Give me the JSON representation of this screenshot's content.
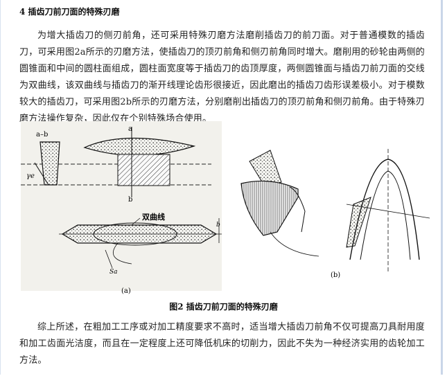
{
  "article": {
    "heading": "4 插齿刀前刀面的特殊刃磨",
    "paragraph1": "为增大插齿刀的侧刃前角，还可采用特殊刃磨方法磨削插齿刀的前刀面。对于普通模数的插齿刀，可采用图2a所示的刃磨方法，使插齿刀的顶刃前角和侧刃前角同时增大。磨削用的砂轮由两侧的圆锥面和中间的圆柱面组成，圆柱面宽度等于插齿刀的齿顶厚度，两侧圆锥面与插齿刀前刀面的交线为双曲线，该双曲线与插齿刀的渐开线理论齿形很接近，因此磨出的插齿刀齿形误差极小。对于模数较大的插齿刀，可采用图2b所示的刃磨方法，分别磨削出插齿刀的顶刃前角和侧刃前角。由于特殊刃磨方法操作复杂，因此仅在个别特殊场合使用。",
    "figure_caption": "图2 插齿刀前刀面的特殊刃磨",
    "paragraph2": "综上所述，在粗加工工序或对加工精度要求不高时，适当增大插齿刀前角不仅可提高刀具耐用度和加工齿面光洁度，而且在一定程度上还可降低机床的切削力，因此不失为一种经济实用的齿轮加工方法。"
  },
  "figure": {
    "label_a_b": "a–b",
    "label_a": "a",
    "label_b": "b",
    "label_gamma": "γe",
    "label_hyperbola": "双曲线",
    "label_s": "Sa",
    "label_b_small": "b",
    "panel_a": "(a)",
    "panel_b": "(b)"
  }
}
